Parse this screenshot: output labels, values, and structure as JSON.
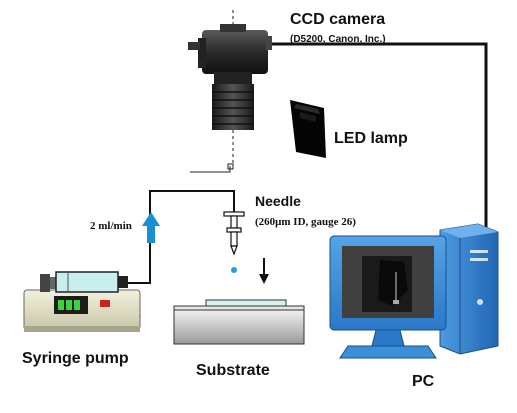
{
  "labels": {
    "camera_title": "CCD camera",
    "camera_sub": "(D5200, Canon, Inc.)",
    "lamp": "LED lamp",
    "needle_title": "Needle",
    "needle_sub": "(260μm ID, gauge 26)",
    "flow_rate": "2 ml/min",
    "pump": "Syringe pump",
    "substrate": "Substrate",
    "pc": "PC"
  },
  "colors": {
    "flow_arrow": "#1a8fd6",
    "droplet": "#19a6d8",
    "monitor": "#3c8fd9",
    "case": "#2c7fd0",
    "pump_body": "#e8e6c8",
    "syringe": "#c9eef0",
    "substrate_film": "#d6f2f2"
  },
  "icons": {
    "camera": "camera-icon",
    "lamp": "led-lamp-icon",
    "needle": "needle-icon",
    "pump": "syringe-pump-icon",
    "pc": "computer-icon"
  }
}
